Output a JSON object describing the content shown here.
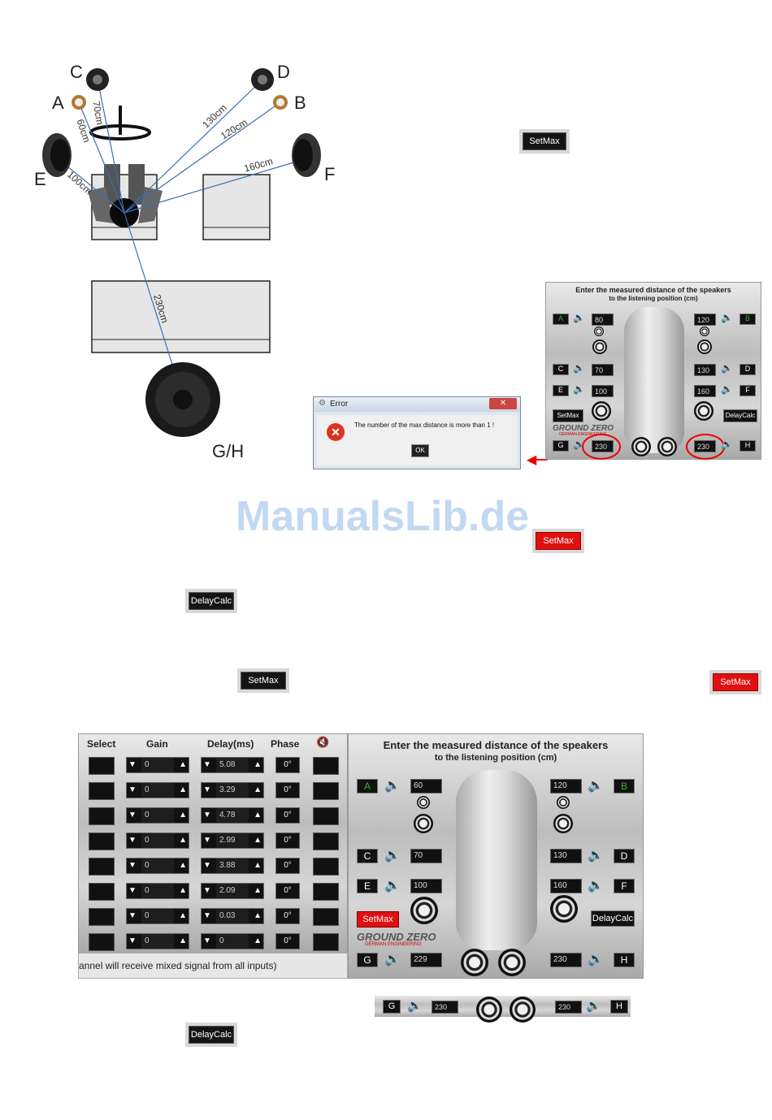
{
  "diagram": {
    "speakers": {
      "a": "A",
      "b": "B",
      "c": "C",
      "d": "D",
      "e": "E",
      "f": "F",
      "gh": "G/H"
    },
    "distances": {
      "c": "70cm",
      "a": "60cm",
      "d": "130cm",
      "b": "120cm",
      "f": "160cm",
      "e": "100cm",
      "gh": "230cm"
    }
  },
  "buttons": {
    "setmax": "SetMax",
    "delaycalc": "DelayCalc",
    "ok": "OK"
  },
  "error_dialog": {
    "title": "Error",
    "message": "The number of the max distance is more than 1 !"
  },
  "panel": {
    "title_line1": "Enter the measured distance of the speakers",
    "title_line2": "to the listening position (cm)",
    "logo": "GROUND ZERO",
    "logo_sub": "GERMAN ENGINEERING"
  },
  "small_panel": {
    "a": "80",
    "b": "120",
    "c": "70",
    "d": "130",
    "e": "100",
    "f": "160",
    "g": "230",
    "h": "230"
  },
  "big_panel": {
    "a": "60",
    "b": "120",
    "c": "70",
    "d": "130",
    "e": "100",
    "f": "160",
    "g": "229",
    "h": "230"
  },
  "strip": {
    "g": "230",
    "h": "230"
  },
  "watermark": "ManualsLib.de",
  "table": {
    "headers": {
      "select": "Select",
      "gain": "Gain",
      "delay": "Delay(ms)",
      "phase": "Phase"
    },
    "rows": [
      {
        "gain": "0",
        "delay": "5.08",
        "phase": "0°"
      },
      {
        "gain": "0",
        "delay": "3.29",
        "phase": "0°"
      },
      {
        "gain": "0",
        "delay": "4.78",
        "phase": "0°"
      },
      {
        "gain": "0",
        "delay": "2.99",
        "phase": "0°"
      },
      {
        "gain": "0",
        "delay": "3.88",
        "phase": "0°"
      },
      {
        "gain": "0",
        "delay": "2.09",
        "phase": "0°"
      },
      {
        "gain": "0",
        "delay": "0.03",
        "phase": "0°"
      },
      {
        "gain": "0",
        "delay": "0",
        "phase": "0°"
      }
    ],
    "footer": "annel will receive mixed signal from all inputs)"
  }
}
